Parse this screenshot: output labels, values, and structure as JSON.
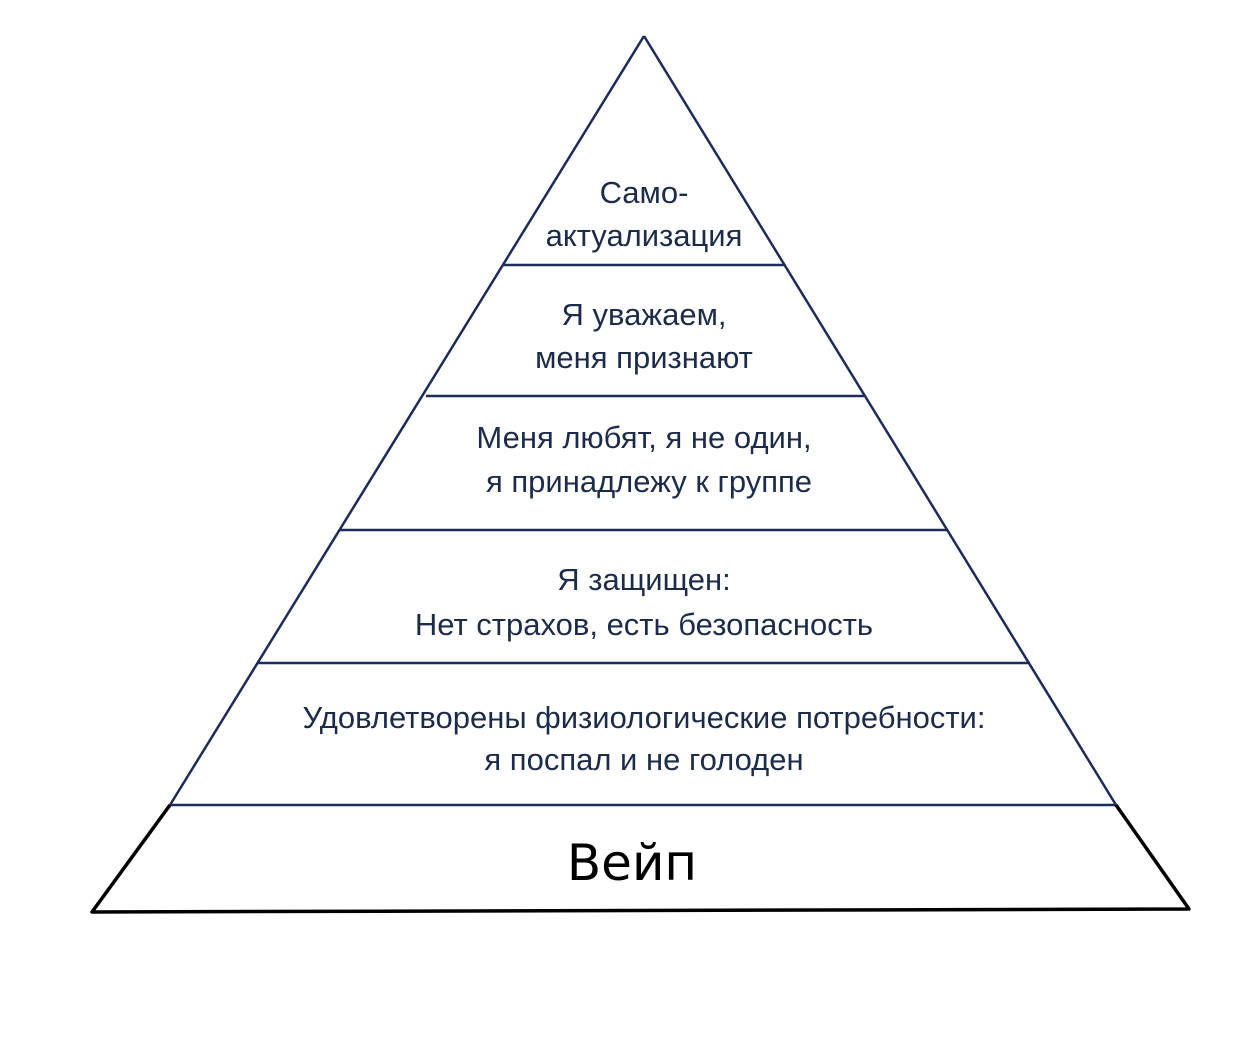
{
  "colors": {
    "upper_pyramid_stroke": "#1c2b5a",
    "base_stroke": "#000000",
    "tier_text": "#1c2b4a",
    "base_text": "#000000",
    "background": "#ffffff"
  },
  "tiers": [
    {
      "line1": "Само-",
      "line2": "актуализация"
    },
    {
      "line1": "Я уважаем,",
      "line2": "меня признают"
    },
    {
      "line1": "Меня любят, я не один,",
      "line2": "я принадлежу к группе"
    },
    {
      "line1": "Я защищен:",
      "line2": "Нет страхов, есть безопасность"
    },
    {
      "line1": "Удовлетворены физиологические потребности:",
      "line2": "я поспал и не голоден"
    }
  ],
  "base": {
    "label": "Вейп"
  }
}
